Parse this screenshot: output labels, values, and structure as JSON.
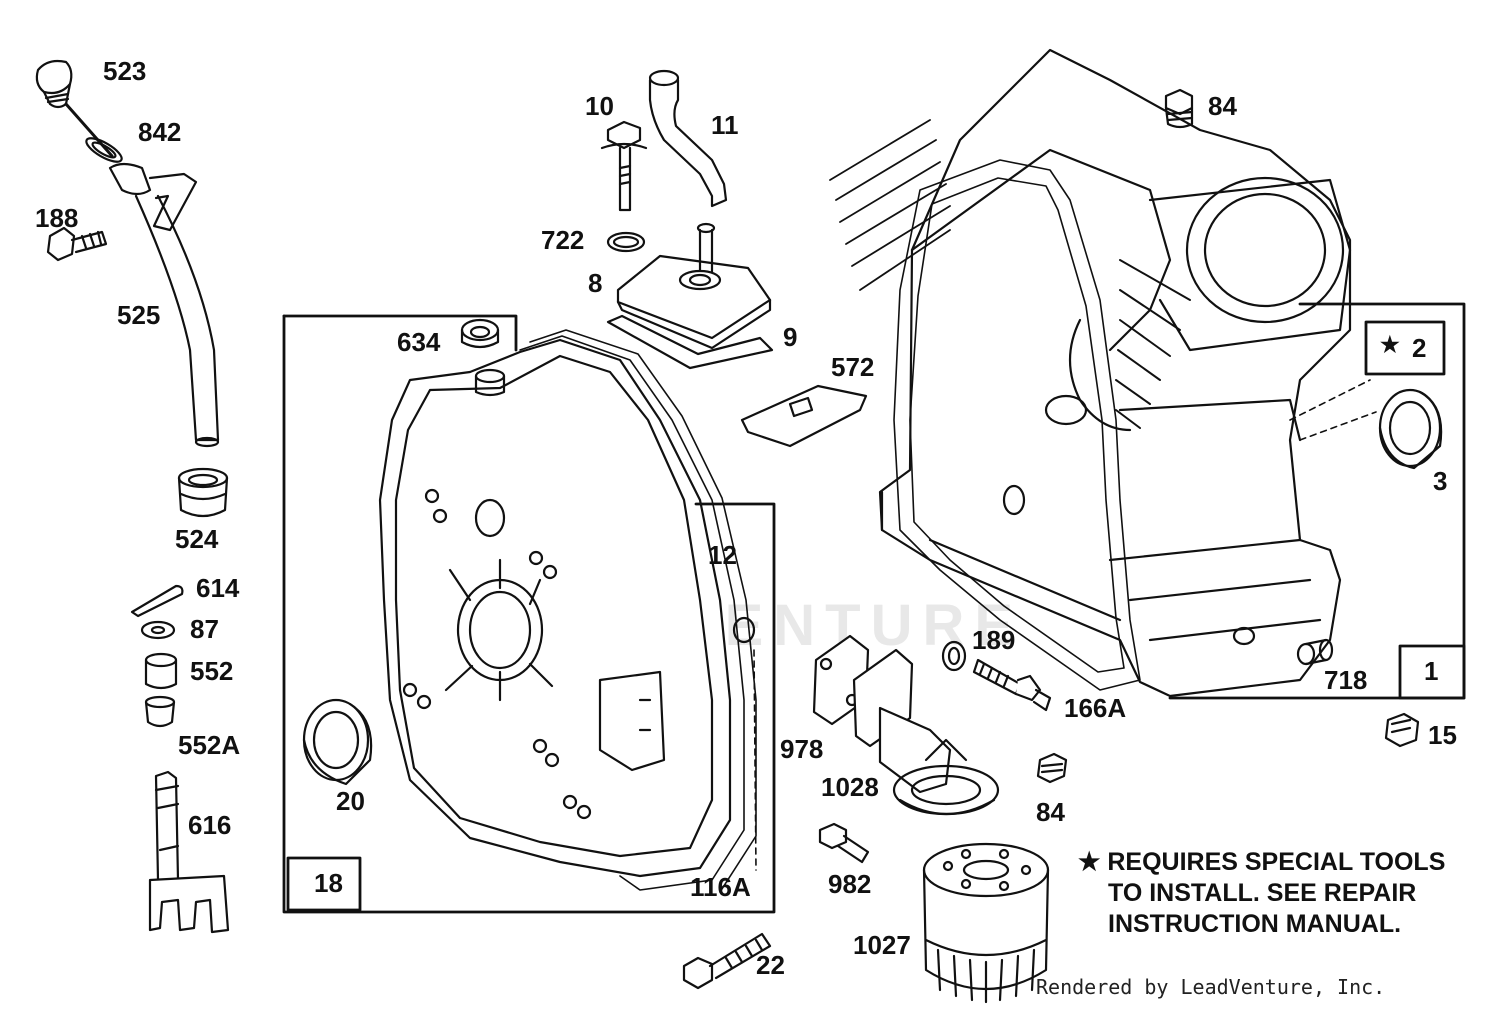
{
  "callouts": {
    "c523": "523",
    "c842": "842",
    "c188": "188",
    "c525": "525",
    "c524": "524",
    "c614": "614",
    "c87": "87",
    "c552": "552",
    "c552a": "552A",
    "c616": "616",
    "c10": "10",
    "c11": "11",
    "c722": "722",
    "c8": "8",
    "c9": "9",
    "c634": "634",
    "c12": "12",
    "c20": "20",
    "c116a": "116A",
    "c22": "22",
    "c572": "572",
    "c84a": "84",
    "c84b": "84",
    "c3": "3",
    "c718": "718",
    "c15": "15",
    "c189": "189",
    "c166a": "166A",
    "c978": "978",
    "c1028": "1028",
    "c982": "982",
    "c1027": "1027"
  },
  "boxes": {
    "kit18": "18",
    "kit1": "1",
    "kit2": "2",
    "kit2_star": "★"
  },
  "note": {
    "line1": "★ REQUIRES SPECIAL TOOLS",
    "line2": "TO INSTALL.  SEE REPAIR",
    "line3": "INSTRUCTION MANUAL."
  },
  "credit": "Rendered by LeadVenture, Inc.",
  "watermark": "LEADVENTURE",
  "colors": {
    "ink": "#111111",
    "paper": "#ffffff",
    "watermark": "#e8e8e8"
  }
}
